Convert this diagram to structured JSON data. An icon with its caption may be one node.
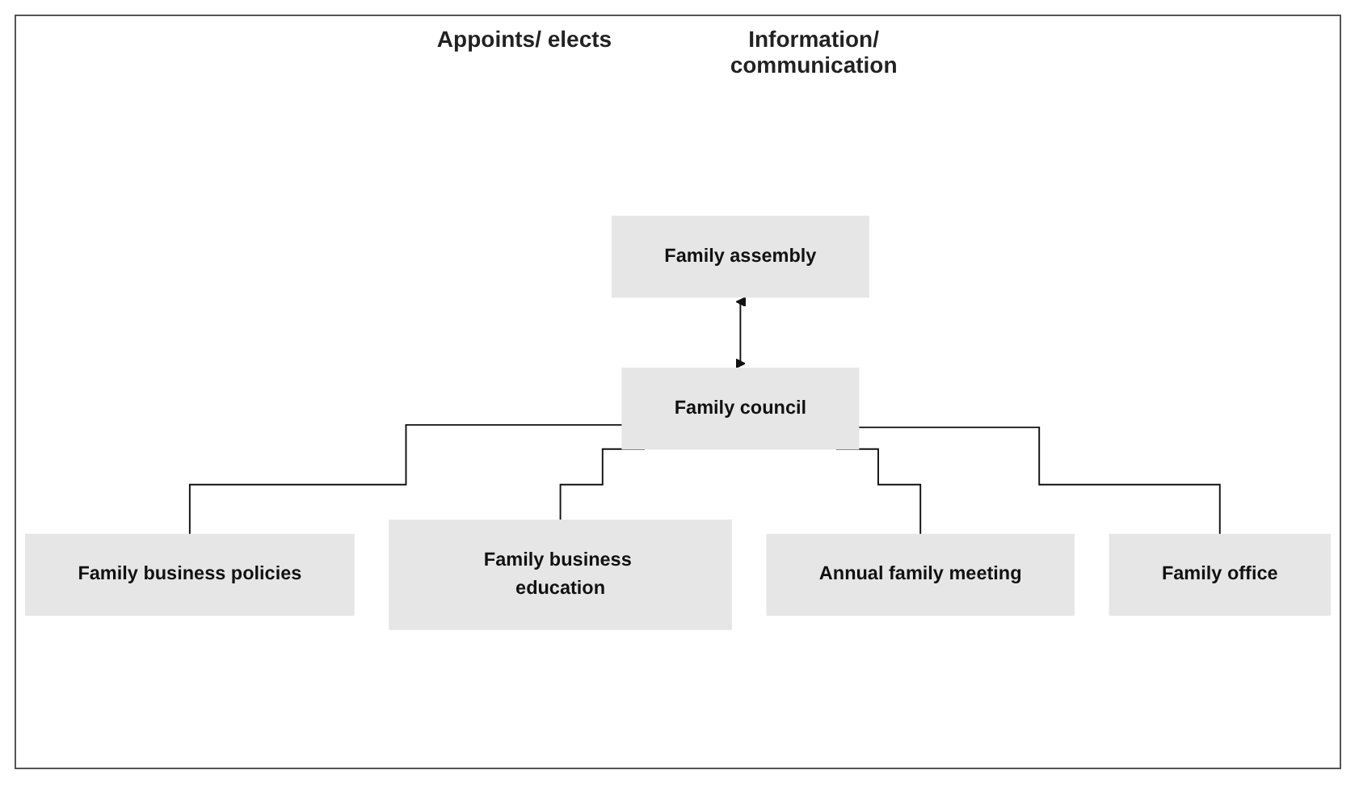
{
  "diagram": {
    "nodes": [
      {
        "text": [
          "Family assembly"
        ]
      },
      {
        "text": [
          "Family council"
        ]
      },
      {
        "text": [
          "Family business policies"
        ]
      },
      {
        "text": [
          "Family business education"
        ]
      },
      {
        "text": [
          "Annual family meeting"
        ]
      },
      {
        "text": [
          "Family office"
        ]
      }
    ],
    "edges": [
      {
        "from": 0,
        "to": 1,
        "arrow": "both"
      },
      {
        "from": 1,
        "to": 2,
        "arrow": "none"
      },
      {
        "from": 1,
        "to": 3,
        "arrow": "none"
      },
      {
        "from": 1,
        "to": 4,
        "arrow": "none"
      },
      {
        "from": 1,
        "to": 5,
        "arrow": "none"
      }
    ],
    "labels": [
      "Appoints/ elects",
      "Information/ communication"
    ]
  }
}
